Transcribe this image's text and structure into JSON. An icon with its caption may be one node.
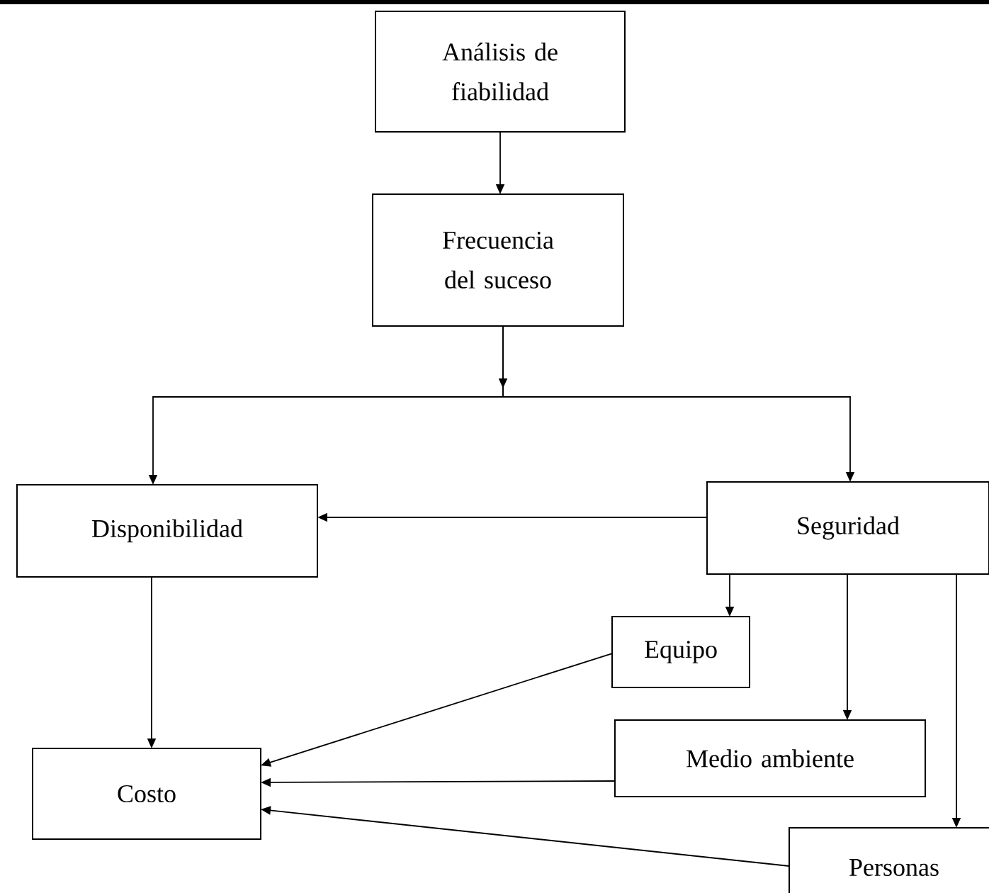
{
  "diagram": {
    "nodes": [
      {
        "text": [
          "Análisis de fiabilidad"
        ]
      },
      {
        "text": [
          "Frecuencia del suceso"
        ]
      },
      {
        "text": [
          "Disponibilidad"
        ]
      },
      {
        "text": [
          "Seguridad"
        ]
      },
      {
        "text": [
          "Equipo"
        ]
      },
      {
        "text": [
          "Medio ambiente"
        ]
      },
      {
        "text": [
          "Costo"
        ]
      },
      {
        "text": [
          "Personas"
        ]
      }
    ],
    "edges": [
      {
        "from": 0,
        "to": 1,
        "arrow": "to"
      },
      {
        "from": 1,
        "to": 2,
        "arrow": "to"
      },
      {
        "from": 1,
        "to": 3,
        "arrow": "to"
      },
      {
        "from": 3,
        "to": 2,
        "arrow": "to"
      },
      {
        "from": 2,
        "to": 6,
        "arrow": "to"
      },
      {
        "from": 3,
        "to": 4,
        "arrow": "to"
      },
      {
        "from": 3,
        "to": 5,
        "arrow": "to"
      },
      {
        "from": 3,
        "to": 7,
        "arrow": "to"
      },
      {
        "from": 4,
        "to": 6,
        "arrow": "to"
      },
      {
        "from": 5,
        "to": 6,
        "arrow": "to"
      },
      {
        "from": 7,
        "to": 6,
        "arrow": "to"
      }
    ]
  }
}
